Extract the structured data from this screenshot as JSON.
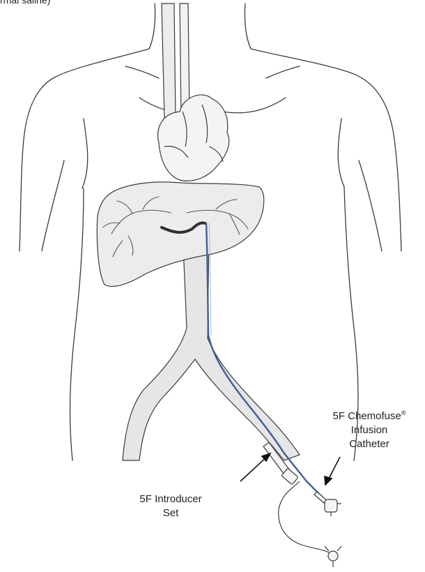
{
  "top_caption": "rmal saline)",
  "labels": {
    "catheter": {
      "line1_prefix": "5F Chemofuse",
      "line1_sup": "®",
      "line2": "Infusion",
      "line3": "Catheter"
    },
    "introducer": {
      "line1": "5F Introducer",
      "line2": "Set"
    }
  },
  "colors": {
    "outline": "#3a3a3a",
    "vessel_fill": "#e6e6e6",
    "liver_fill": "#ececec",
    "catheter_blue": "#3f5f95",
    "catheter_dark": "#2f2f2f"
  }
}
